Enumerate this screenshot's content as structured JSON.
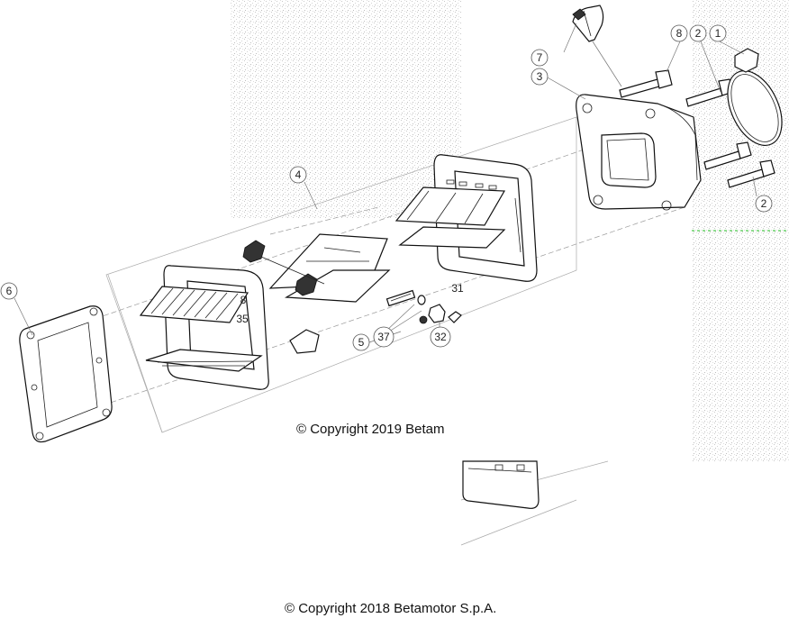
{
  "copyright_main": "© Copyright 2018 Betamotor S.p.A.",
  "copyright_overlay": "© Copyright 2019 Betam",
  "callouts": [
    {
      "id": "1",
      "label": "1"
    },
    {
      "id": "2a",
      "label": "2"
    },
    {
      "id": "2b",
      "label": "2"
    },
    {
      "id": "3",
      "label": "3"
    },
    {
      "id": "4",
      "label": "4"
    },
    {
      "id": "5",
      "label": "5"
    },
    {
      "id": "6",
      "label": "6"
    },
    {
      "id": "7",
      "label": "7"
    },
    {
      "id": "8a",
      "label": "8"
    },
    {
      "id": "8b",
      "label": "8"
    },
    {
      "id": "31",
      "label": "31"
    },
    {
      "id": "32",
      "label": "32"
    },
    {
      "id": "35",
      "label": "35"
    },
    {
      "id": "37",
      "label": "37"
    }
  ]
}
